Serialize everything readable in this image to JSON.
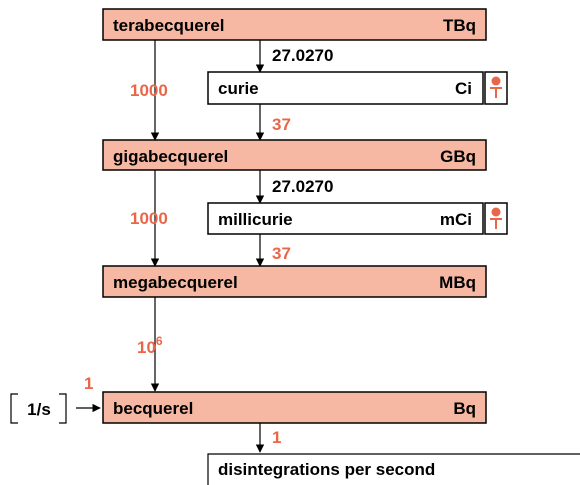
{
  "colors": {
    "si_fill": "#f6b8a2",
    "accent": "#e8674a",
    "text": "#000000"
  },
  "units": {
    "tbq": {
      "name": "terabecquerel",
      "symbol": "TBq"
    },
    "ci": {
      "name": "curie",
      "symbol": "Ci"
    },
    "gbq": {
      "name": "gigabecquerel",
      "symbol": "GBq"
    },
    "mci": {
      "name": "millicurie",
      "symbol": "mCi"
    },
    "mbq": {
      "name": "megabecquerel",
      "symbol": "MBq"
    },
    "bq": {
      "name": "becquerel",
      "symbol": "Bq"
    },
    "dps": {
      "name": "disintegrations per second"
    }
  },
  "factors": {
    "tbq_to_ci": "27.0270",
    "tbq_to_gbq": "1000",
    "ci_to_gbq": "37",
    "gbq_to_mci": "27.0270",
    "gbq_to_mbq": "1000",
    "mci_to_mbq": "37",
    "mbq_to_bq_base": "10",
    "mbq_to_bq_exp": "6",
    "inv_s_to_bq": "1",
    "bq_to_dps": "1"
  },
  "inverse_unit": "1/s",
  "icons": {
    "curie_badge": "pin-t-icon",
    "millicurie_badge": "pin-t-icon"
  }
}
